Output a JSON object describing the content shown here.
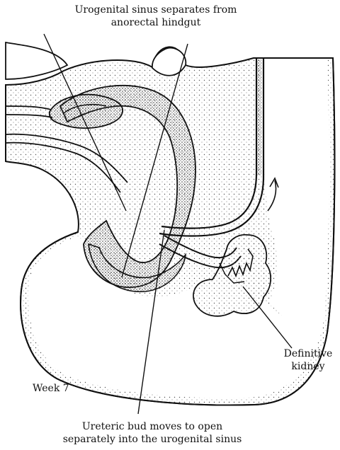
{
  "labels": {
    "top_line1": "Urogenital sinus separates from",
    "top_line2": "anorectal hindgut",
    "right_line1": "Definitive",
    "right_line2": "kidney",
    "stage": "Week 7",
    "bottom_line1": "Ureteric bud moves to open",
    "bottom_line2": "separately into the urogenital sinus"
  },
  "colors": {
    "ink": "#111111",
    "stipple": "#555555",
    "background": "#ffffff"
  }
}
